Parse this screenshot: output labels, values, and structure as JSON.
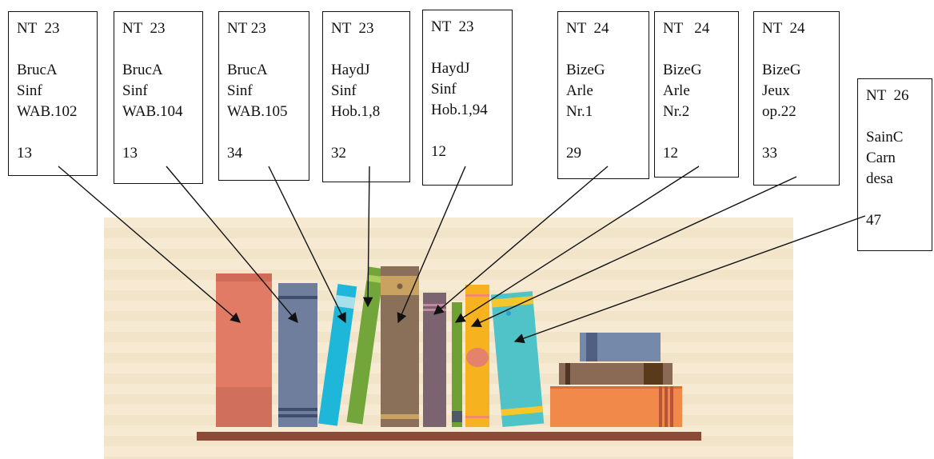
{
  "cards": [
    {
      "location": "NT  23",
      "composer": "BrucA",
      "genre": "Sinf",
      "work": "WAB.102",
      "count": "13"
    },
    {
      "location": "NT  23",
      "composer": "BrucA",
      "genre": "Sinf",
      "work": "WAB.104",
      "count": "13"
    },
    {
      "location": "NT 23",
      "composer": "BrucA",
      "genre": "Sinf",
      "work": "WAB.105",
      "count": "34"
    },
    {
      "location": "NT  23",
      "composer": "HaydJ",
      "genre": "Sinf",
      "work": "Hob.1,8",
      "count": "32"
    },
    {
      "location": "NT  23",
      "composer": "HaydJ",
      "genre": "Sinf",
      "work": "Hob.1,94",
      "count": "12"
    },
    {
      "location": "NT  24",
      "composer": "BizeG",
      "genre": "Arle",
      "work": "Nr.1",
      "count": "29"
    },
    {
      "location": "NT   24",
      "composer": "BizeG",
      "genre": "Arle",
      "work": "Nr.2",
      "count": "12"
    },
    {
      "location": "NT  24",
      "composer": "BizeG",
      "genre": "Jeux",
      "work": "op.22",
      "count": "33"
    },
    {
      "location": "NT  26",
      "composer": "SainC",
      "genre": "Carn",
      "work": "desa",
      "count": "47"
    }
  ],
  "colors": {
    "shelf_board": "#8a4a35",
    "arrow": "#111111"
  }
}
